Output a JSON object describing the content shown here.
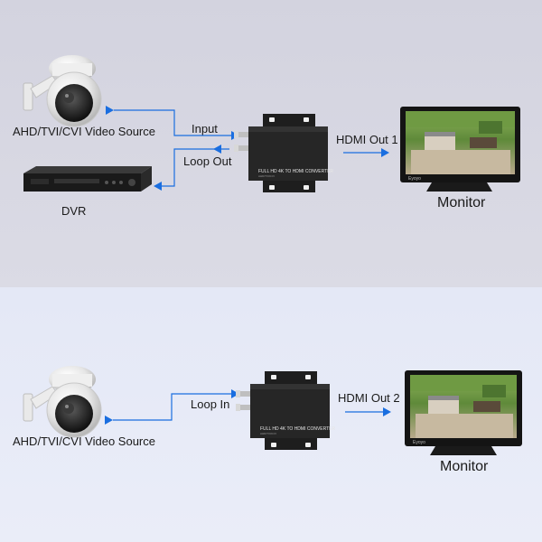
{
  "top": {
    "source_label": "AHD/TVI/CVI Video Source",
    "dvr_label": "DVR",
    "input_label": "Input",
    "loop_out_label": "Loop Out",
    "hdmi_label": "HDMI Out 1",
    "monitor_label": "Monitor",
    "converter_title": "FULL HD 4K TO HDMI CONVERTER",
    "converter_sub": "AHD/TVI/CVI",
    "monitor_brand": "Eyoyo"
  },
  "bottom": {
    "source_label": "AHD/TVI/CVI Video Source",
    "loop_in_label": "Loop In",
    "hdmi_label": "HDMI Out 2",
    "monitor_label": "Monitor",
    "converter_title": "FULL HD 4K TO HDMI CONVERTER",
    "converter_sub": "AHD/TVI/CVI",
    "monitor_brand": "Eyoyo"
  },
  "colors": {
    "arrow": "#1a6ee0",
    "line": "#1a6ee0",
    "device": "#1c1c1c"
  }
}
